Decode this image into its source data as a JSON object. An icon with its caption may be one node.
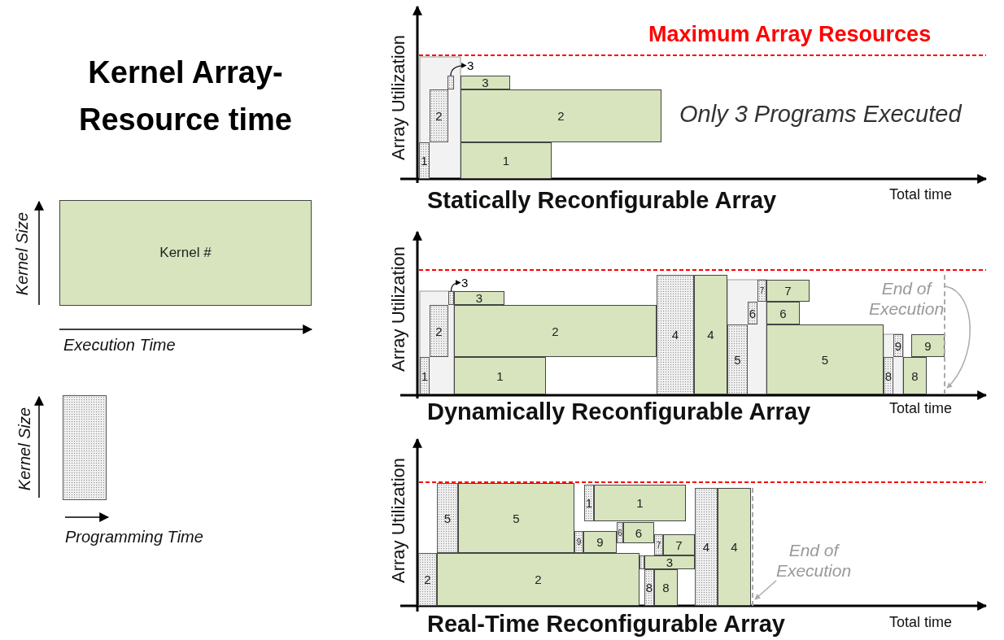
{
  "diagram": {
    "nodes": [
      {
        "text": [
          "Kernel #"
        ]
      },
      {
        "text": [],
        "shape": "box"
      },
      {
        "text": [
          "3"
        ]
      },
      {
        "text": [],
        "shape": "box"
      },
      {
        "text": [
          "3"
        ]
      },
      {
        "text": [
          "2"
        ]
      },
      {
        "text": [
          "2"
        ]
      },
      {
        "text": [
          "1"
        ]
      },
      {
        "text": [
          "1"
        ]
      },
      {
        "text": [
          "3"
        ]
      },
      {
        "text": [],
        "shape": "box"
      },
      {
        "text": [
          "3"
        ]
      },
      {
        "text": [
          "2"
        ]
      },
      {
        "text": [
          "2"
        ]
      },
      {
        "text": [
          "1"
        ]
      },
      {
        "text": [
          "1"
        ]
      },
      {
        "text": [
          "4"
        ]
      },
      {
        "text": [
          "4"
        ]
      },
      {
        "text": [
          "7"
        ]
      },
      {
        "text": [
          "7"
        ]
      },
      {
        "text": [
          "6"
        ]
      },
      {
        "text": [
          "6"
        ]
      },
      {
        "text": [
          "5"
        ]
      },
      {
        "text": [
          "5"
        ]
      },
      {
        "text": [
          "9"
        ]
      },
      {
        "text": [
          "9"
        ]
      },
      {
        "text": [
          "8"
        ]
      },
      {
        "text": [
          "8"
        ]
      },
      {
        "text": [
          "End of Execution"
        ]
      },
      {
        "text": [
          "5"
        ]
      },
      {
        "text": [
          "5"
        ]
      },
      {
        "text": [
          "1"
        ]
      },
      {
        "text": [
          "1"
        ]
      },
      {
        "text": [
          "9"
        ]
      },
      {
        "text": [
          "9"
        ]
      },
      {
        "text": [
          "6"
        ]
      },
      {
        "text": [
          "6"
        ]
      },
      {
        "text": [
          "7"
        ]
      },
      {
        "text": [
          "7"
        ]
      },
      {
        "text": [
          "4"
        ]
      },
      {
        "text": [
          "4"
        ]
      },
      {
        "text": [
          "2"
        ]
      },
      {
        "text": [
          "2"
        ]
      },
      {
        "text": [],
        "shape": "box"
      },
      {
        "text": [
          "3"
        ]
      },
      {
        "text": [
          "8"
        ]
      },
      {
        "text": [
          "8"
        ]
      },
      {
        "text": [
          "End of Execution"
        ]
      },
      {
        "text": [],
        "shape": "line"
      },
      {
        "text": [],
        "shape": "line"
      }
    ],
    "edges": [
      {
        "from": 3,
        "to": 2,
        "arrow": "to"
      },
      {
        "from": 10,
        "to": 9,
        "arrow": "to"
      },
      {
        "from": 28,
        "to": 48,
        "arrow": "to",
        "color": "#aaaaaa"
      },
      {
        "from": 47,
        "to": 49,
        "arrow": "to",
        "color": "#aaaaaa"
      }
    ],
    "labels": [
      "Kernel Array-Resource time",
      "Kernel Size",
      "Execution Time",
      "Kernel Size",
      "Programming Time",
      "Maximum Array Resources",
      "Array Utilization",
      "Only 3 Programs Executed",
      "Total time",
      "Statically Reconfigurable Array",
      "Array Utilization",
      "Total time",
      "Dynamically Reconfigurable Array",
      "Array Utilization",
      "Total time",
      "Real-Time Reconfigurable Array"
    ]
  }
}
